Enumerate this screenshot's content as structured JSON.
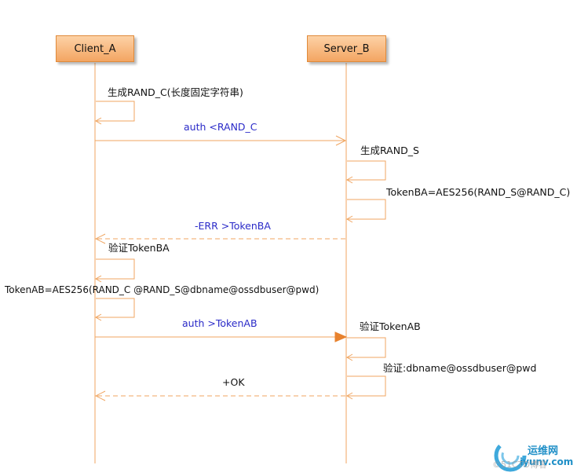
{
  "diagram": {
    "participants": {
      "client": "Client_A",
      "server": "Server_B"
    },
    "messages": {
      "m1": "生成RAND_C(长度固定字符串)",
      "m2": "auth <RAND_C",
      "m3": "生成RAND_S",
      "m4": "TokenBA=AES256(RAND_S@RAND_C)",
      "m5": "-ERR >TokenBA",
      "m6": "验证TokenBA",
      "m7": "TokenAB=AES256(RAND_C @RAND_S@dbname@ossdbuser@pwd)",
      "m8": "auth >TokenAB",
      "m9": "验证TokenAB",
      "m10": "验证:dbname@ossdbuser@pwd",
      "m11": "+OK"
    },
    "colors": {
      "line": "#f0a560",
      "arrow": "#e8822e",
      "blue_text": "#2a2ac8"
    }
  },
  "watermark": {
    "brand_cn": "运维网",
    "site": "iyunv.com",
    "blog": "©51CTO博客"
  }
}
